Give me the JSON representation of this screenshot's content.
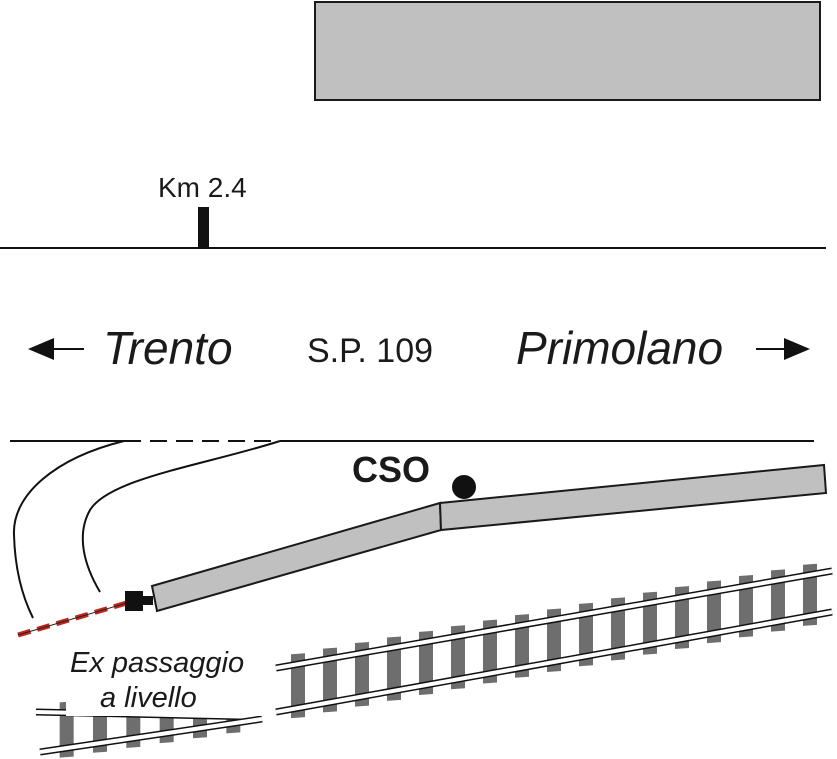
{
  "labels": {
    "km_marker": "Km 2.4",
    "road_name": "S.P. 109",
    "west_destination": "Trento",
    "east_destination": "Primolano",
    "station": "CSO",
    "crossing_line1": "Ex passaggio",
    "crossing_line2": "a livello"
  },
  "colors": {
    "building_fill": "#c0c0c0",
    "platform_fill": "#c0c0c0",
    "rail_sleeper": "#6e6e6e",
    "barrier_red": "#c0281e",
    "line": "#111111"
  },
  "icons": {
    "west_arrow": "arrow-left-icon",
    "east_arrow": "arrow-right-icon",
    "station_marker": "filled-circle-icon",
    "barrier": "level-crossing-barrier-icon"
  }
}
